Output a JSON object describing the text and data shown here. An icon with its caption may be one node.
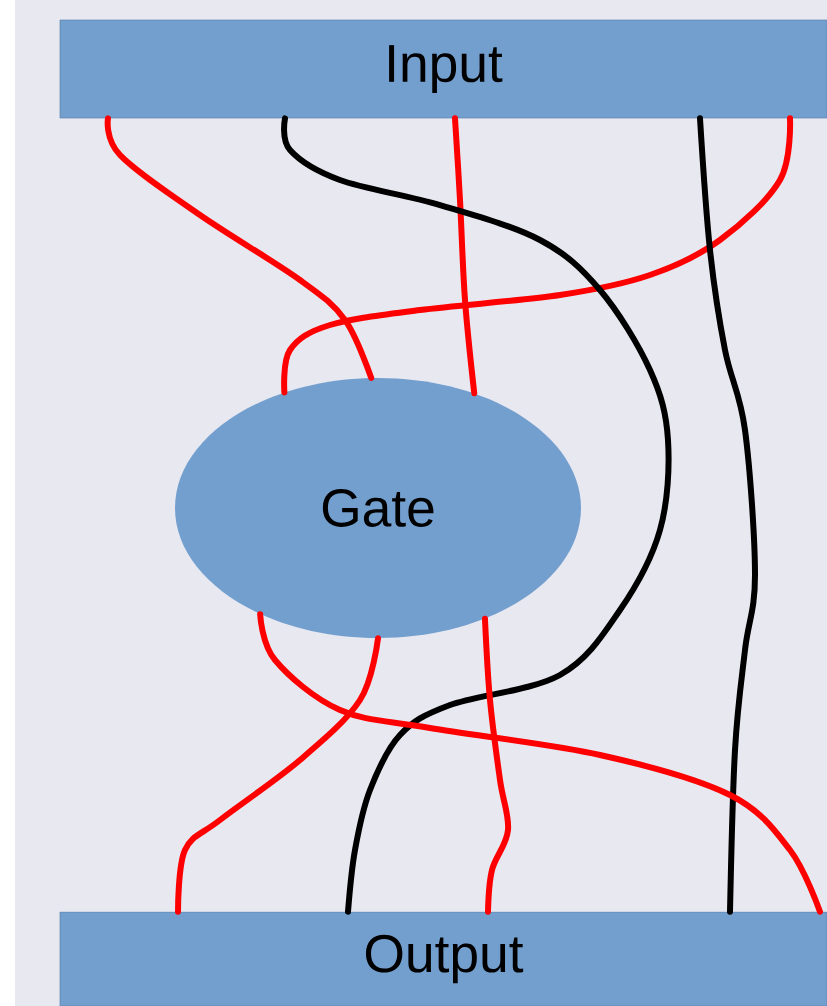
{
  "diagram": {
    "nodes": [
      {
        "text": [
          "Input"
        ]
      },
      {
        "text": [
          "Gate"
        ]
      },
      {
        "text": [
          "Output"
        ]
      }
    ],
    "edges": [
      {
        "from": 0,
        "to": 1,
        "arrow": "none"
      },
      {
        "from": 0,
        "to": 1,
        "arrow": "none"
      },
      {
        "from": 0,
        "to": 1,
        "arrow": "none"
      },
      {
        "from": 0,
        "to": 2,
        "arrow": "none",
        "color": "#000000"
      },
      {
        "from": 0,
        "to": 2,
        "arrow": "none",
        "color": "#000000"
      },
      {
        "from": 1,
        "to": 2,
        "arrow": "none"
      },
      {
        "from": 1,
        "to": 2,
        "arrow": "none"
      },
      {
        "from": 1,
        "to": 2,
        "arrow": "none"
      }
    ]
  }
}
